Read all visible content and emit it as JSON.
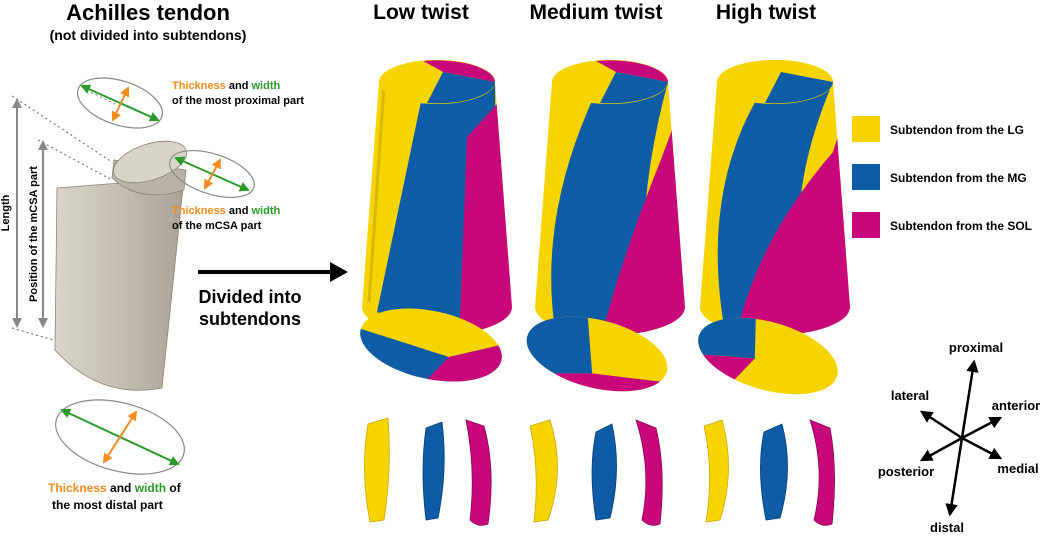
{
  "left_panel": {
    "title": "Achilles tendon",
    "subtitle": "(not divided into subtendons)",
    "length_label": "Length",
    "position_label": "Position of the mCSA part",
    "proximal_callout": {
      "thickness": "Thickness",
      "and_width": " and ",
      "width": "width",
      "rest": "of the most proximal part"
    },
    "mcsa_callout": {
      "thickness": "Thickness",
      "and_width": " and ",
      "width": "width",
      "rest": "of the mCSA part"
    },
    "distal_callout": {
      "thickness": "Thickness",
      "and_width": " and ",
      "width": "width",
      "of": " of",
      "rest": "the most distal part"
    }
  },
  "arrow_label": {
    "line1": "Divided into",
    "line2": "subtendons"
  },
  "columns": [
    {
      "label": "Low twist"
    },
    {
      "label": "Medium twist"
    },
    {
      "label": "High twist"
    }
  ],
  "legend": [
    {
      "label": "Subtendon from the LG",
      "color": "#f5d400"
    },
    {
      "label": "Subtendon from the MG",
      "color": "#0e5ba6"
    },
    {
      "label": "Subtendon from the SOL",
      "color": "#c8087a"
    }
  ],
  "compass": {
    "proximal": "proximal",
    "distal": "distal",
    "lateral": "lateral",
    "medial": "medial",
    "anterior": "anterior",
    "posterior": "posterior"
  },
  "colors": {
    "lg": "#f5d400",
    "mg": "#0e5ba6",
    "sol": "#c8087a",
    "tendon": "#c9c4b6",
    "thickness": "#f28c1e",
    "width": "#2a9a2a"
  }
}
